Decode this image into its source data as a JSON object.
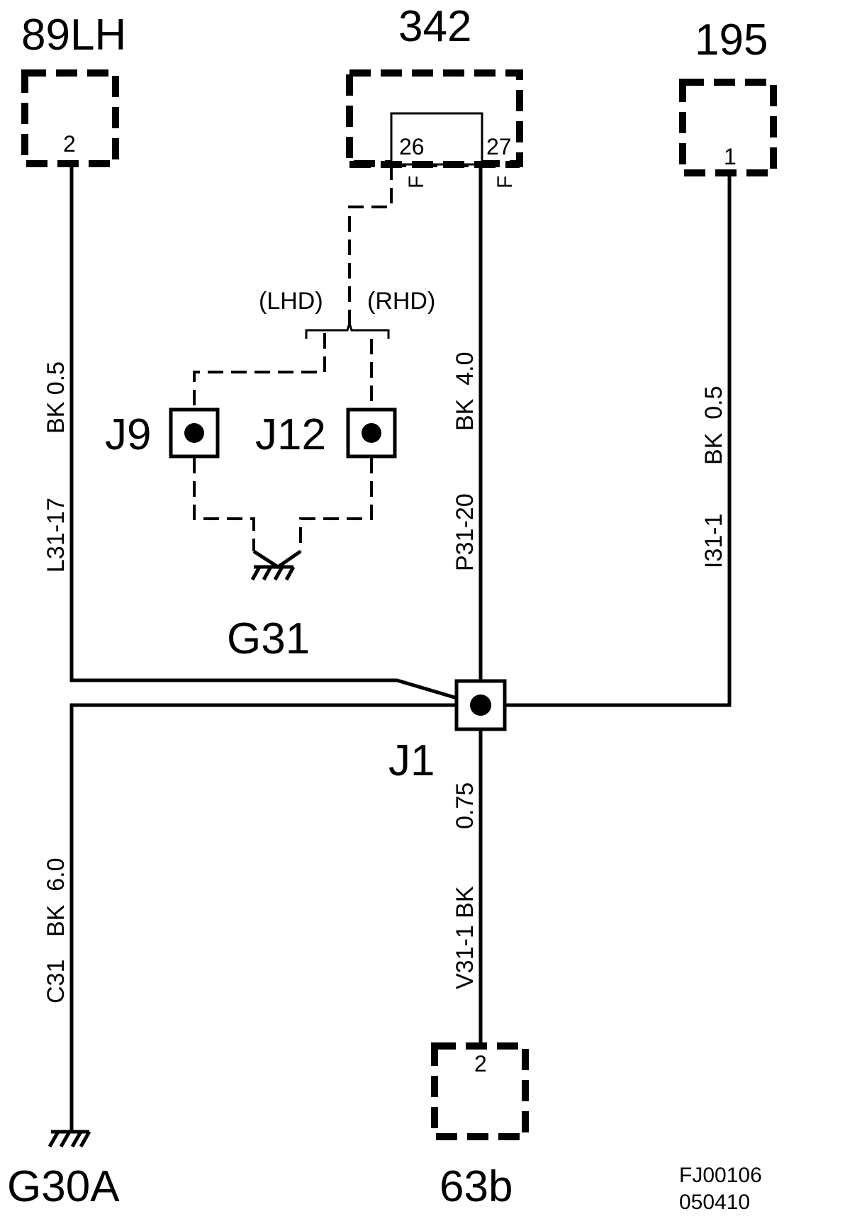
{
  "connectors": {
    "c89lh": {
      "name": "89LH",
      "pin": "2"
    },
    "c342": {
      "name": "342",
      "pin_a": "26",
      "pin_b": "27",
      "flag_a": "F",
      "flag_b": "F"
    },
    "c195": {
      "name": "195",
      "pin": "1"
    },
    "c63b": {
      "name": "63b",
      "pin": "2"
    }
  },
  "options": {
    "lhd": "(LHD)",
    "rhd": "(RHD)"
  },
  "splices": {
    "j9": "J9",
    "j12": "J12",
    "j1": "J1"
  },
  "grounds": {
    "g31": "G31",
    "g30a": "G30A"
  },
  "wires": {
    "l31_17": {
      "code": "L31-17",
      "spec": "BK 0.5"
    },
    "p31_20": {
      "code": "P31-20",
      "spec": "BK  4.0"
    },
    "i31_1": {
      "code": "I31-1",
      "spec": "BK  0.5"
    },
    "v31_1": {
      "code": "V31-1 BK",
      "spec": "0.75"
    },
    "c31": {
      "code": "C31",
      "spec": "BK  6.0"
    }
  },
  "figure": {
    "id": "FJ00106",
    "date": "050410"
  }
}
